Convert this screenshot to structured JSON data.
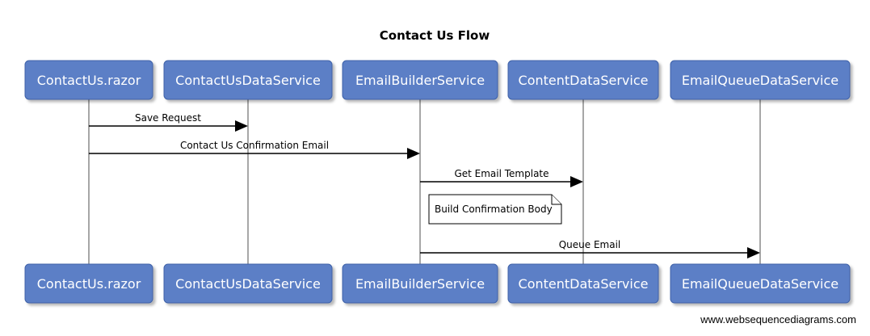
{
  "title": "Contact Us Flow",
  "participants": [
    {
      "id": "p0",
      "label": "ContactUs.razor"
    },
    {
      "id": "p1",
      "label": "ContactUsDataService"
    },
    {
      "id": "p2",
      "label": "EmailBuilderService"
    },
    {
      "id": "p3",
      "label": "ContentDataService"
    },
    {
      "id": "p4",
      "label": "EmailQueueDataService"
    }
  ],
  "messages": [
    {
      "from": 0,
      "to": 1,
      "label": "Save Request"
    },
    {
      "from": 0,
      "to": 2,
      "label": "Contact Us Confirmation Email"
    },
    {
      "from": 2,
      "to": 3,
      "label": "Get Email Template"
    },
    {
      "from": 2,
      "to": 4,
      "label": "Queue Email"
    }
  ],
  "note": {
    "over": 2,
    "text": "Build Confirmation Body"
  },
  "watermark": "www.websequencediagrams.com",
  "colors": {
    "participant_fill": "#5b7fc6",
    "participant_text": "#ffffff",
    "lifeline": "#8a8a8a",
    "arrow": "#000000"
  }
}
